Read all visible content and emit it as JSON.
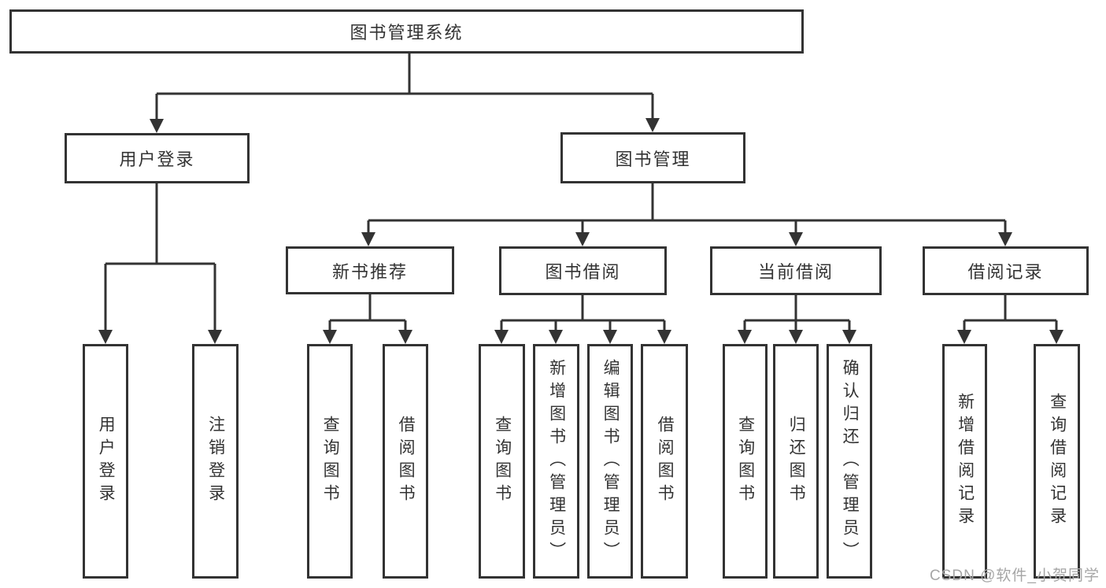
{
  "colors": {
    "line": "#333333",
    "text": "#333333",
    "box_background": "#ffffff",
    "watermark": "#a6a6a6"
  },
  "root": {
    "label": "图书管理系统"
  },
  "branches": {
    "user": {
      "label": "用户登录",
      "children": [
        {
          "label": "用户登录"
        },
        {
          "label": "注销登录"
        }
      ]
    },
    "management": {
      "label": "图书管理",
      "sections": [
        {
          "label": "新书推荐",
          "children": [
            {
              "label": "查询图书"
            },
            {
              "label": "借阅图书"
            }
          ]
        },
        {
          "label": "图书借阅",
          "children": [
            {
              "label": "查询图书"
            },
            {
              "label": "新增图书（管理员）"
            },
            {
              "label": "编辑图书（管理员）"
            },
            {
              "label": "借阅图书"
            }
          ]
        },
        {
          "label": "当前借阅",
          "children": [
            {
              "label": "查询图书"
            },
            {
              "label": "归还图书"
            },
            {
              "label": "确认归还（管理员）"
            }
          ]
        },
        {
          "label": "借阅记录",
          "children": [
            {
              "label": "新增借阅记录"
            },
            {
              "label": "查询借阅记录"
            }
          ]
        }
      ]
    }
  },
  "watermark": "CSDN @软件_小贺同学"
}
